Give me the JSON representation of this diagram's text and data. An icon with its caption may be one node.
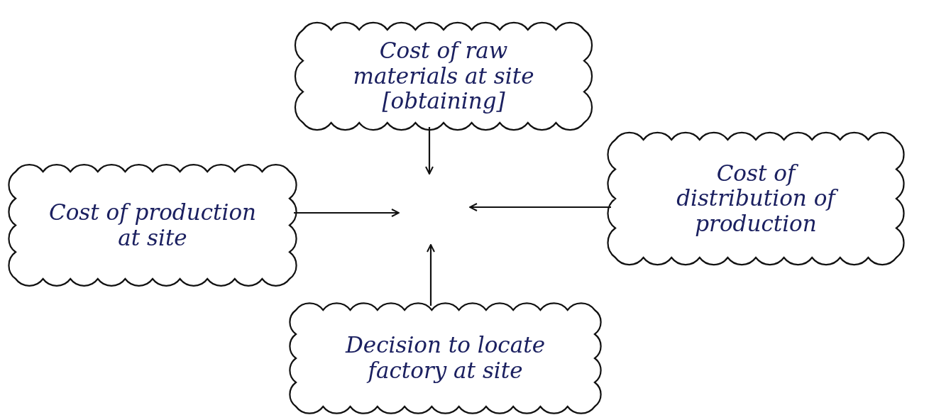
{
  "diagram": {
    "nodes": [
      {
        "text": [
          "Cost of raw materials at site [obtaining]"
        ]
      },
      {
        "text": [
          "Cost of production at site"
        ]
      },
      {
        "text": [
          "Cost of distribution of production"
        ]
      },
      {
        "text": [
          "Decision to locate factory at site"
        ]
      }
    ],
    "edges": [
      {
        "from": 0,
        "to": null,
        "arrow": "to"
      },
      {
        "from": 1,
        "to": null,
        "arrow": "to"
      },
      {
        "from": 2,
        "to": null,
        "arrow": "to"
      },
      {
        "from": 3,
        "to": null,
        "arrow": "to"
      }
    ]
  }
}
